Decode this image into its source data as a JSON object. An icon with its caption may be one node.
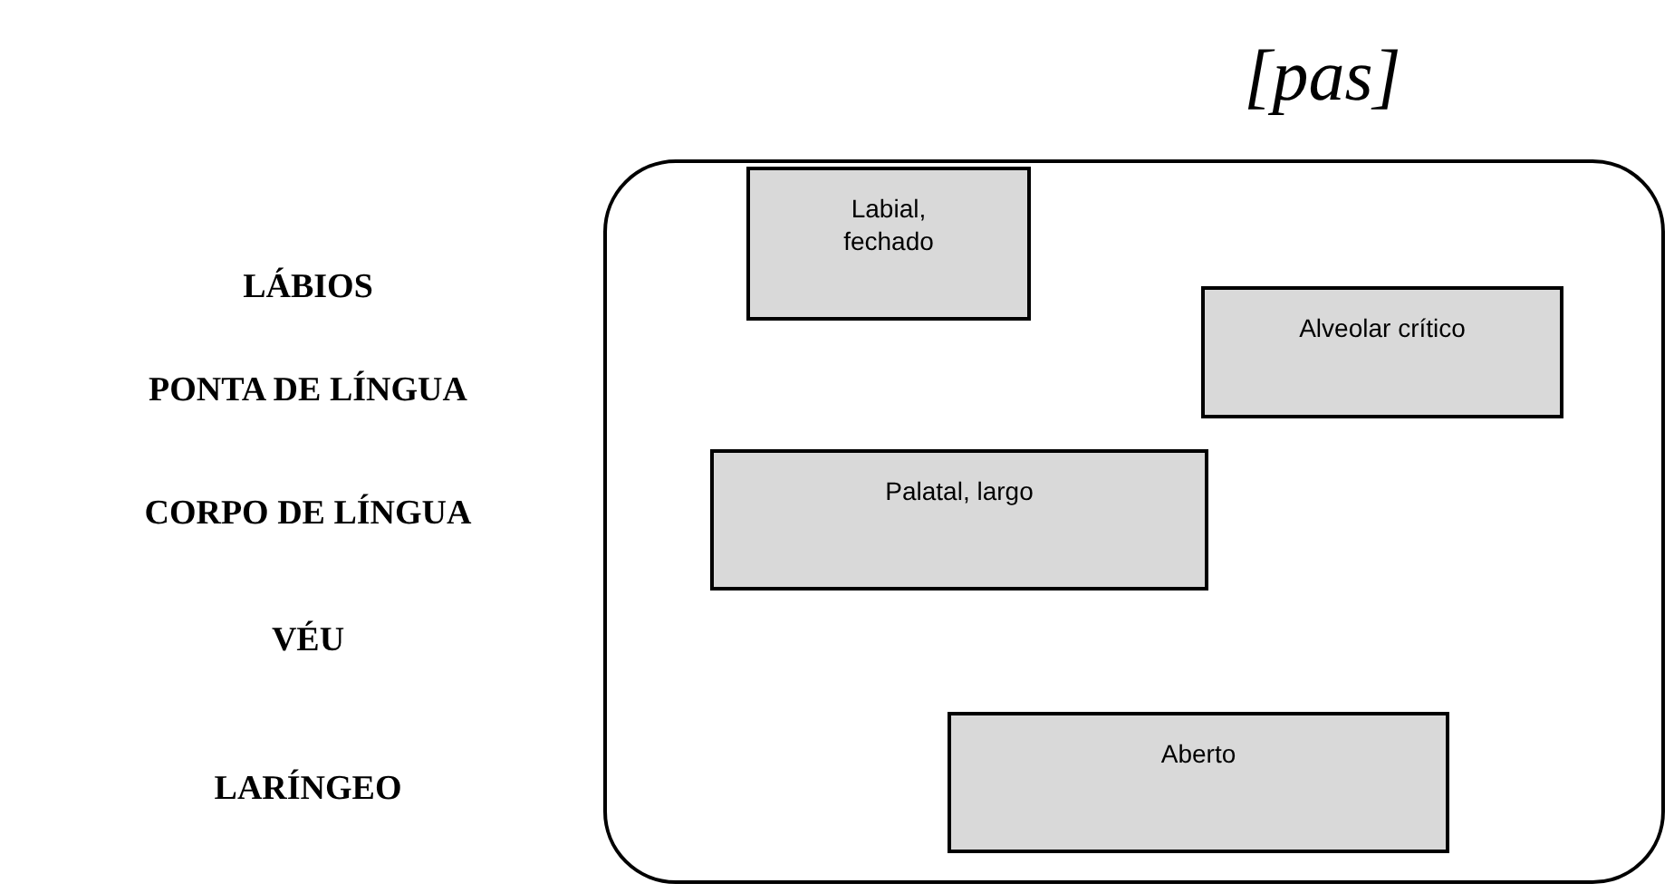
{
  "diagram": {
    "title": "[pas]",
    "nodes": [
      {
        "text": [],
        "shape": "box"
      },
      {
        "text": [
          "Labial, fechado"
        ],
        "in": 0
      },
      {
        "text": [
          "Alveolar crítico"
        ],
        "in": 0
      },
      {
        "text": [
          "Palatal, largo"
        ],
        "in": 0
      },
      {
        "text": [
          "Aberto"
        ],
        "in": 0
      }
    ],
    "labels": [
      "LÁBIOS",
      "PONTA DE LÍNGUA",
      "CORPO DE LÍNGUA",
      "VÉU",
      "LARÍNGEO"
    ]
  }
}
